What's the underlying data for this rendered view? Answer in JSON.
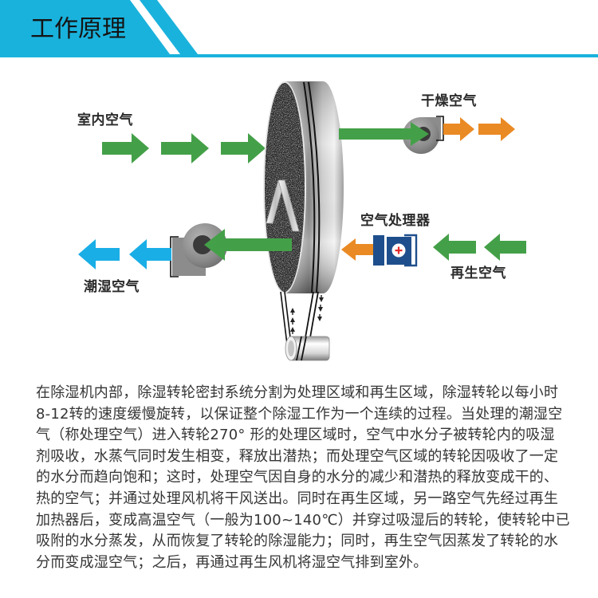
{
  "header": {
    "title": "工作原理",
    "accent_color": "#19b2dc"
  },
  "diagram": {
    "labels": {
      "indoor_air": "室内空气",
      "dry_air": "干燥空气",
      "air_processor": "空气处理器",
      "regen_air": "再生空气",
      "moist_air": "潮湿空气"
    },
    "colors": {
      "process_air": "#44a048",
      "dry_air": "#ea8a24",
      "heated_air": "#ea8a24",
      "moist_air": "#1aaee6",
      "heater": "#1e4f8c",
      "heater_plus": "#e32b2b"
    },
    "icons": {
      "wheel": "desiccant-rotor-wheel",
      "process_fan": "fan-icon",
      "regen_fan": "fan-icon",
      "heater": "heater-icon",
      "pulley": "drive-pulley"
    }
  },
  "description": {
    "lines": [
      "在除湿机内部，除湿转轮密封系统分割为处理区域和再生区域，除湿转轮以每小时",
      "8-12转的速度缓慢旋转，以保证整个除湿工作为一个连续的过程。当处理的潮湿空",
      "气（称处理空气）进入转轮270° 形的处理区域时，空气中水分子被转轮内的吸湿",
      "剂吸收，水蒸气同时发生相变，释放出潜热；而处理空气区域的转轮因吸收了一定",
      "的水分而趋向饱和；这时，处理空气因自身的水分的减少和潜热的释放变成干的、",
      "热的空气；并通过处理风机将干风送出。同时在再生区域，另一路空气先经过再生",
      "加热器后，变成高温空气（一般为100~140℃）并穿过吸湿后的转轮，使转轮中已",
      "吸附的水分蒸发，从而恢复了转轮的除湿能力；同时，再生空气因蒸发了转轮的水",
      "分而变成湿空气；之后，再通过再生风机将湿空气排到室外。"
    ]
  }
}
